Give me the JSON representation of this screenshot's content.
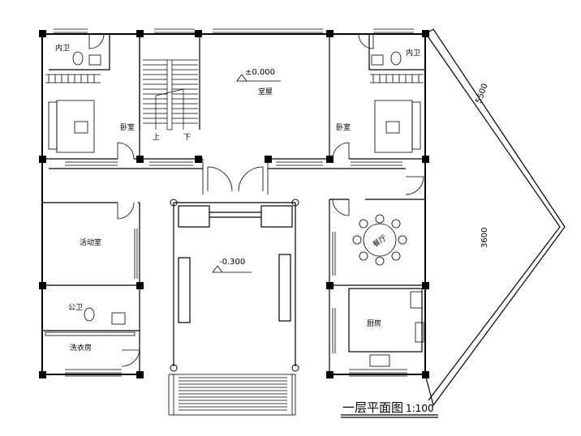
{
  "rooms": {
    "master_left_bath": "内卫",
    "master_right_bath": "内卫",
    "bedroom_left": "卧室",
    "bedroom_right": "卧室",
    "hall": "堂屋",
    "activity": "活动室",
    "public_bath": "公卫",
    "laundry": "洗衣房",
    "kitchen": "厨房",
    "dining": "餐厅"
  },
  "stairs": {
    "up": "上",
    "down": "下"
  },
  "levels": {
    "hall_level": "±0.000",
    "court_level": "-0.300"
  },
  "dimensions": {
    "diag_top": "5500",
    "diag_right": "3600"
  },
  "title": {
    "name": "一层平面图",
    "scale": "1:100"
  }
}
